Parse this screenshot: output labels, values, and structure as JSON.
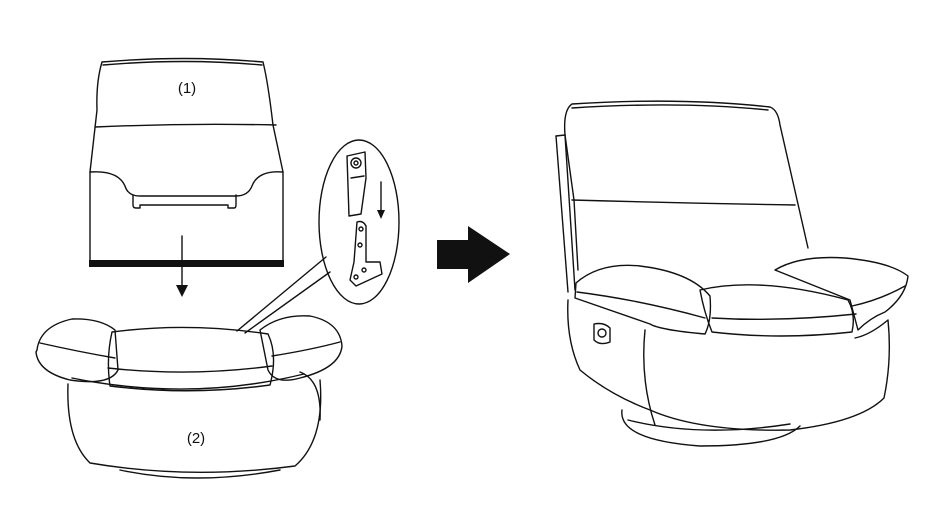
{
  "labels": {
    "part1": "(1)",
    "part2": "(2)"
  },
  "colors": {
    "line": "#111111",
    "background": "#ffffff"
  },
  "icons": {
    "arrow": "right-block-arrow"
  }
}
